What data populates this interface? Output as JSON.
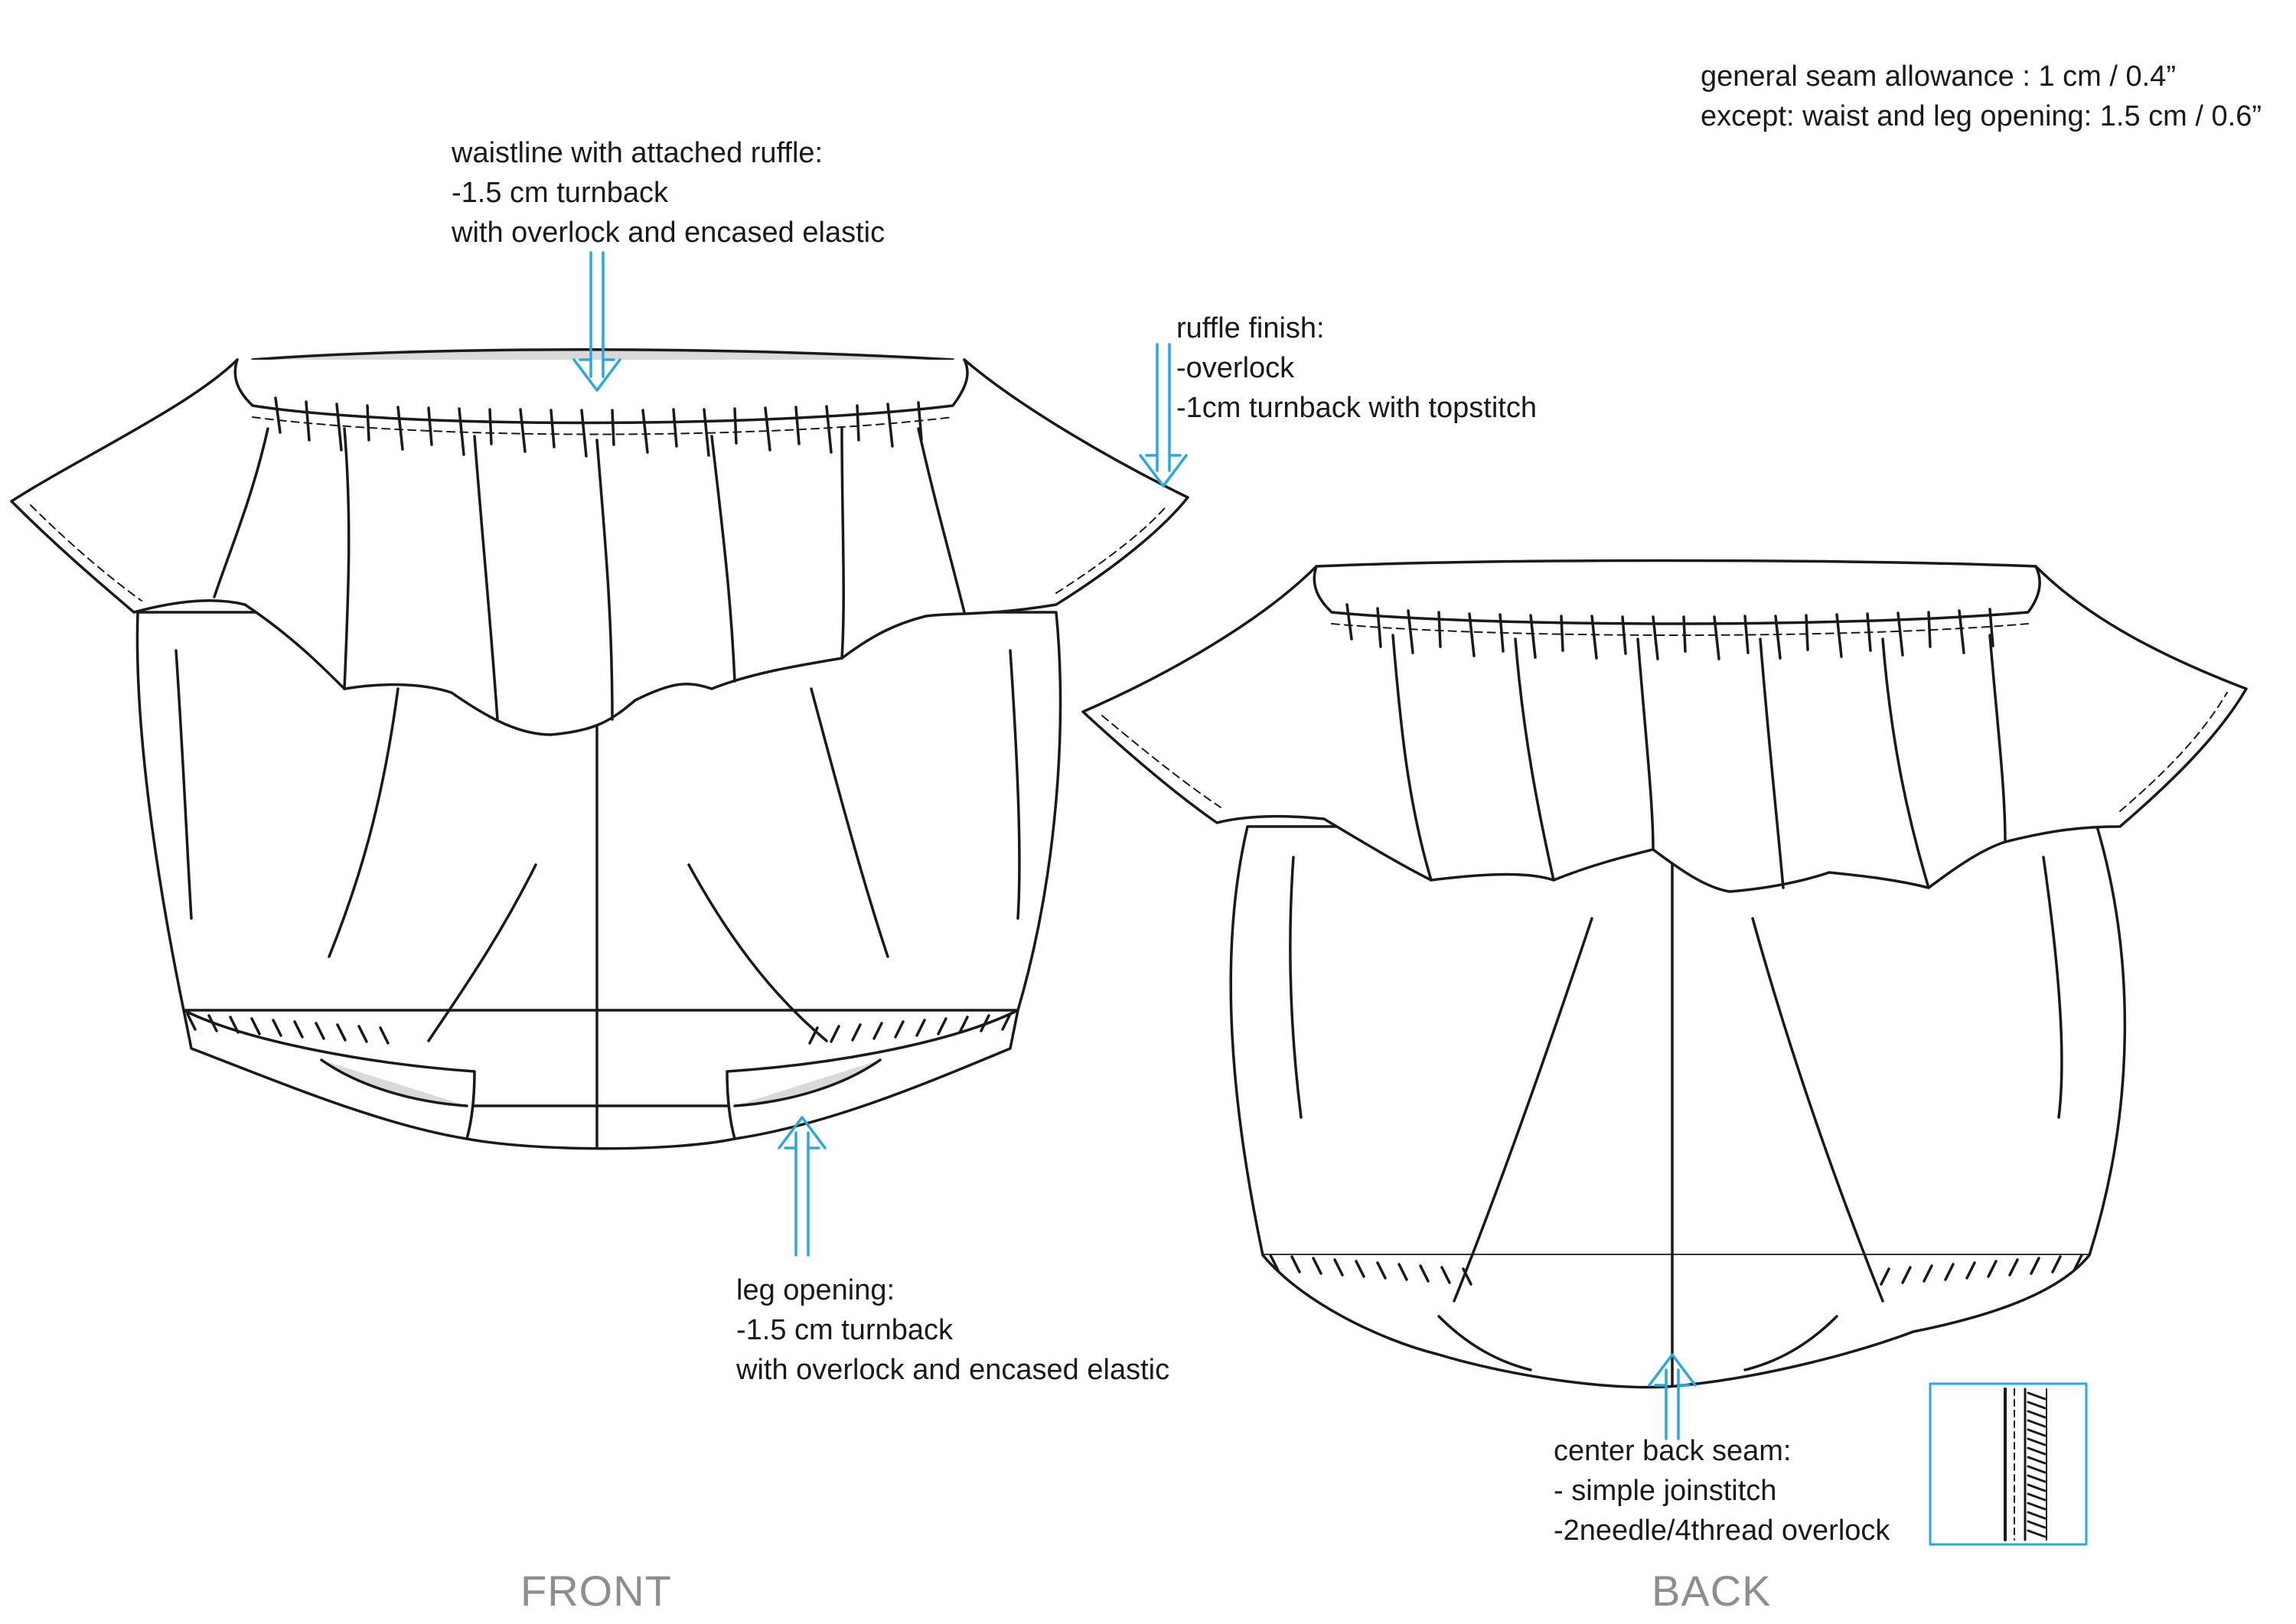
{
  "notes": {
    "seam_allowance": [
      "general seam allowance : 1 cm / 0.4”",
      "except: waist and leg opening: 1.5 cm / 0.6”"
    ],
    "waistline": [
      "waistline with attached ruffle:",
      "-1.5 cm turnback",
      "with overlock and encased elastic"
    ],
    "ruffle_finish": [
      "ruffle finish:",
      "-overlock",
      "-1cm turnback with topstitch"
    ],
    "leg_opening": [
      "leg opening:",
      "-1.5 cm turnback",
      "with overlock and encased elastic"
    ],
    "center_back": [
      "center back seam:",
      "- simple joinstitch",
      "-2needle/4thread overlock"
    ]
  },
  "views": {
    "front_label": "FRONT",
    "back_label": "BACK"
  },
  "colors": {
    "arrow": "#29a8e0",
    "line": "#1a1a1a",
    "view_label": "#8e8e8e",
    "inner_shade": "#d9d9d9"
  },
  "icons": {
    "callout_arrow": "double-line-arrow-icon",
    "seam_detail": "overlock-seam-icon"
  }
}
